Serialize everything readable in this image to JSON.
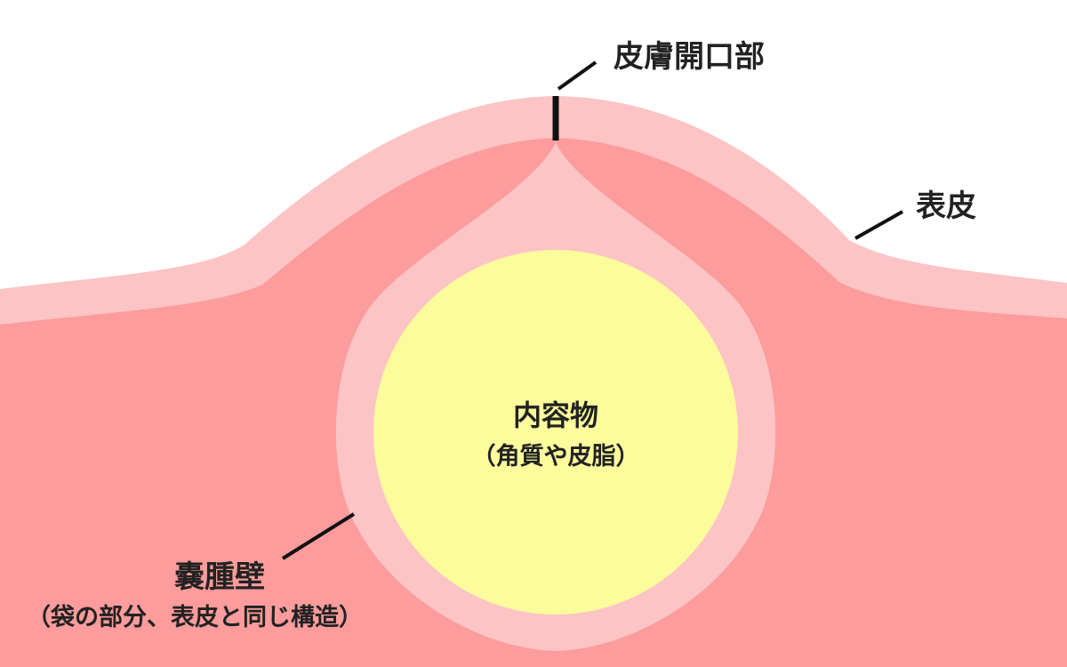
{
  "labels": {
    "skin_opening": "皮膚開口部",
    "epidermis": "表皮",
    "contents": "内容物",
    "contents_note": "（角質や皮脂）",
    "cyst_wall": "嚢腫壁",
    "cyst_wall_note": "（袋の部分、表皮と同じ構造）"
  },
  "colors": {
    "background": "#ffffff",
    "epidermis_layer": "#fcc4c4",
    "dermis": "#fc9c9c",
    "cyst_wall": "#fcc4c4",
    "contents": "#fcfc9c",
    "opening_line": "#111111",
    "leader_line": "#111111",
    "text": "#222222"
  }
}
